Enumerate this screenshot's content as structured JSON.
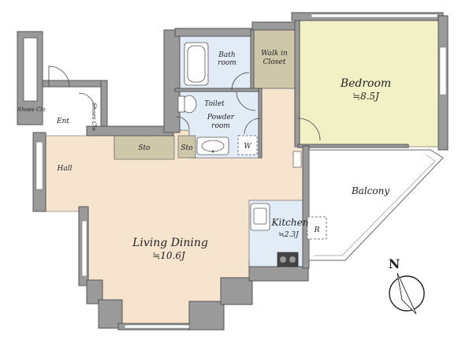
{
  "rooms": {
    "bath": [
      "Bath",
      "room"
    ],
    "walk_in_closet": [
      "Walk in",
      "Closet"
    ],
    "bedroom": {
      "name": "Bedroom",
      "size": "≒8.5J"
    },
    "toilet": "Toilet",
    "powder_room": [
      "Powder",
      "room"
    ],
    "washer": "W",
    "entrance": "Ent",
    "shoes_closet_left": "Shoes Clo",
    "shoes_closet_right": "Shoes Clo",
    "storage_hall": "Sto",
    "storage_small": "Sto",
    "hall": "Hall",
    "balcony": "Balcony",
    "kitchen": {
      "name": "Kitchen",
      "size": "≒2.3J"
    },
    "fridge": "R",
    "living_dining": {
      "name": "Living Dining",
      "size": "≒10.6J"
    }
  },
  "compass": {
    "label": "N"
  },
  "colors": {
    "living": "#f7e4cf",
    "wet_area": "#e2ecf6",
    "bedroom": "#f2f1c6",
    "closet": "#cfc7aa",
    "wall": "#9a9a9a",
    "outline": "#555555"
  }
}
